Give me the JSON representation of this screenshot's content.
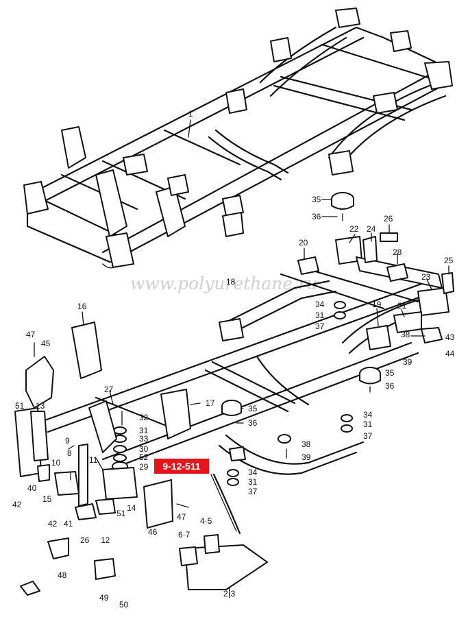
{
  "watermark": "www.polyurethane.ru",
  "reference_badge": "9-12-511",
  "callouts": [
    {
      "text": "1"
    },
    {
      "text": "35"
    },
    {
      "text": "36"
    },
    {
      "text": "22"
    },
    {
      "text": "24"
    },
    {
      "text": "26"
    },
    {
      "text": "20"
    },
    {
      "text": "28"
    },
    {
      "text": "25"
    },
    {
      "text": "18"
    },
    {
      "text": "23"
    },
    {
      "text": "34"
    },
    {
      "text": "31"
    },
    {
      "text": "37"
    },
    {
      "text": "19"
    },
    {
      "text": "21"
    },
    {
      "text": "38"
    },
    {
      "text": "43"
    },
    {
      "text": "39"
    },
    {
      "text": "44"
    },
    {
      "text": "35"
    },
    {
      "text": "36"
    },
    {
      "text": "16"
    },
    {
      "text": "47"
    },
    {
      "text": "45"
    },
    {
      "text": "27"
    },
    {
      "text": "17"
    },
    {
      "text": "35"
    },
    {
      "text": "36"
    },
    {
      "text": "34"
    },
    {
      "text": "31"
    },
    {
      "text": "37"
    },
    {
      "text": "32"
    },
    {
      "text": "31"
    },
    {
      "text": "33"
    },
    {
      "text": "30"
    },
    {
      "text": "52"
    },
    {
      "text": "29"
    },
    {
      "text": "51"
    },
    {
      "text": "13"
    },
    {
      "text": "9"
    },
    {
      "text": "8"
    },
    {
      "text": "10"
    },
    {
      "text": "11"
    },
    {
      "text": "38"
    },
    {
      "text": "39"
    },
    {
      "text": "34"
    },
    {
      "text": "31"
    },
    {
      "text": "37"
    },
    {
      "text": "40"
    },
    {
      "text": "15"
    },
    {
      "text": "42"
    },
    {
      "text": "14"
    },
    {
      "text": "51"
    },
    {
      "text": "47"
    },
    {
      "text": "42"
    },
    {
      "text": "41"
    },
    {
      "text": "26"
    },
    {
      "text": "12"
    },
    {
      "text": "46"
    },
    {
      "text": "6·7"
    },
    {
      "text": "4·5"
    },
    {
      "text": "48"
    },
    {
      "text": "49"
    },
    {
      "text": "50"
    },
    {
      "text": "2·3"
    }
  ]
}
